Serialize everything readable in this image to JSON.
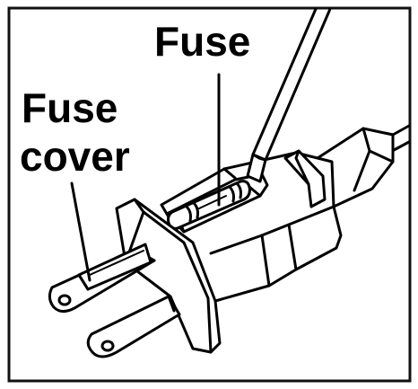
{
  "labels": {
    "fuse": "Fuse",
    "fuse_cover_line1": "Fuse",
    "fuse_cover_line2": "cover"
  },
  "colors": {
    "ink": "#000000",
    "paper": "#ffffff",
    "frame": "#111111"
  },
  "icons": {
    "illustration": "fused-plug-with-screwdriver"
  }
}
